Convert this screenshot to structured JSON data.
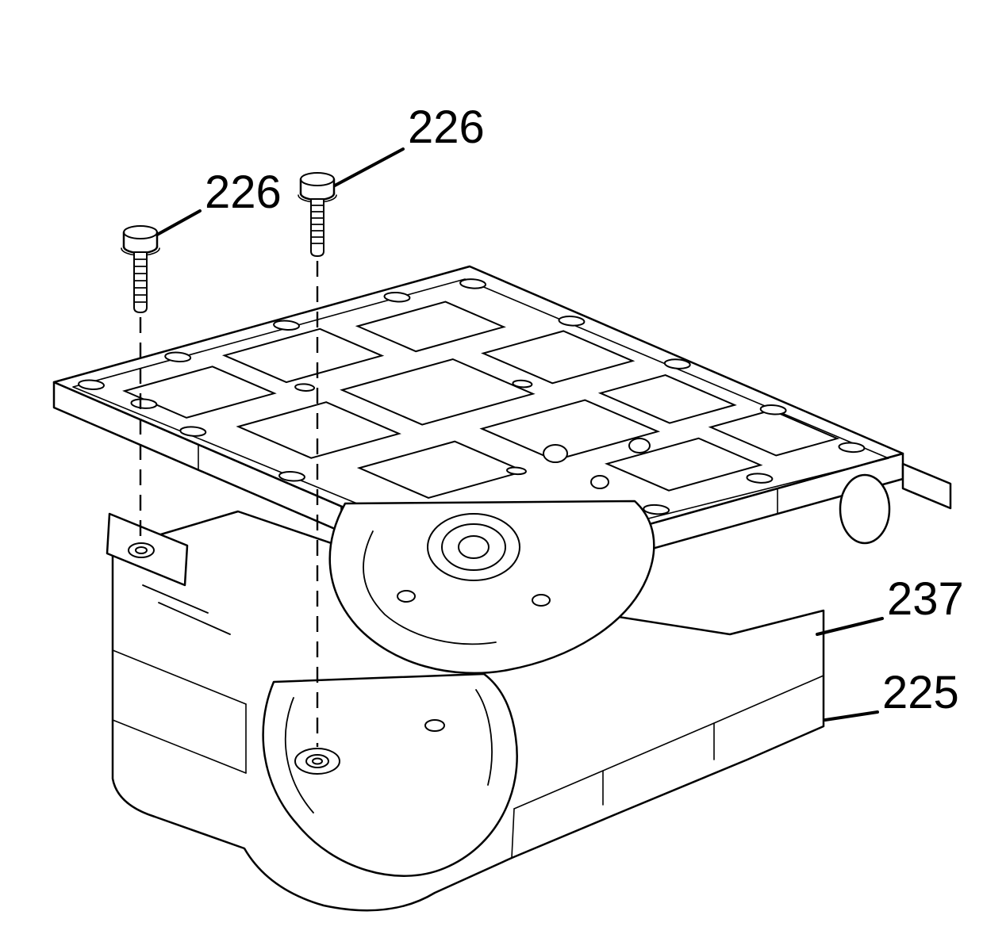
{
  "figure": {
    "title": "Valve body assembly exploded view",
    "description": "Isometric line drawing of a transmission control valve body assembly; two bolts (226) are shown above the assembly with dashed centerlines aligned to their bolt holes; callout 237 points to the spacer plate and callout 225 points to the lower valve body.",
    "background_color": "#ffffff",
    "line_color": "#000000"
  },
  "callouts": {
    "bolt_upper": {
      "label": "226",
      "part": "valve body bolt (upper)"
    },
    "bolt_left": {
      "label": "226",
      "part": "valve body bolt (left)"
    },
    "spacer_plate": {
      "label": "237",
      "part": "valve body spacer plate"
    },
    "valve_body": {
      "label": "225",
      "part": "lower valve body"
    }
  }
}
